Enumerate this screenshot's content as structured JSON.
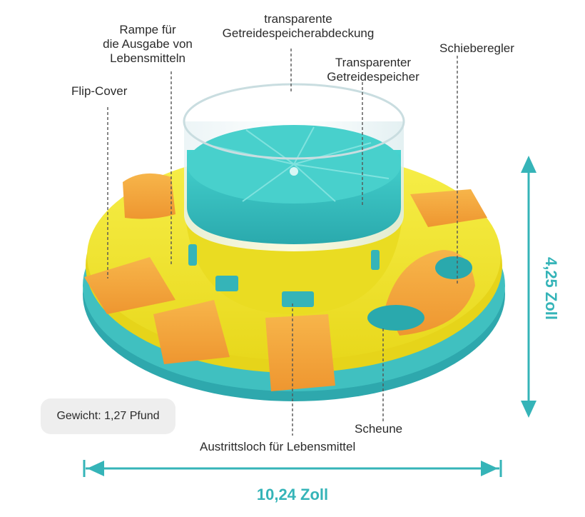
{
  "callouts": {
    "cover": [
      "transparente",
      "Getreidespeicherabdeckung"
    ],
    "ramp": [
      "Rampe für",
      "die Ausgabe von",
      "Lebensmitteln"
    ],
    "container": [
      "Transparenter",
      "Getreidespeicher"
    ],
    "slider": "Schieberegler",
    "flip_cover": "Flip-Cover",
    "barn": "Scheune",
    "outlet": "Austrittsloch für Lebensmittel"
  },
  "weight": "Gewicht: 1,27 Pfund",
  "dimensions": {
    "height": "4,25 Zoll",
    "width": "10,24 Zoll"
  },
  "colors": {
    "body_yellow": "#f3e629",
    "base_teal": "#35b4b8",
    "flap_orange": "#f4a539",
    "bowl_teal": "#3ec7c4",
    "dimension_teal": "#35b4b8"
  }
}
